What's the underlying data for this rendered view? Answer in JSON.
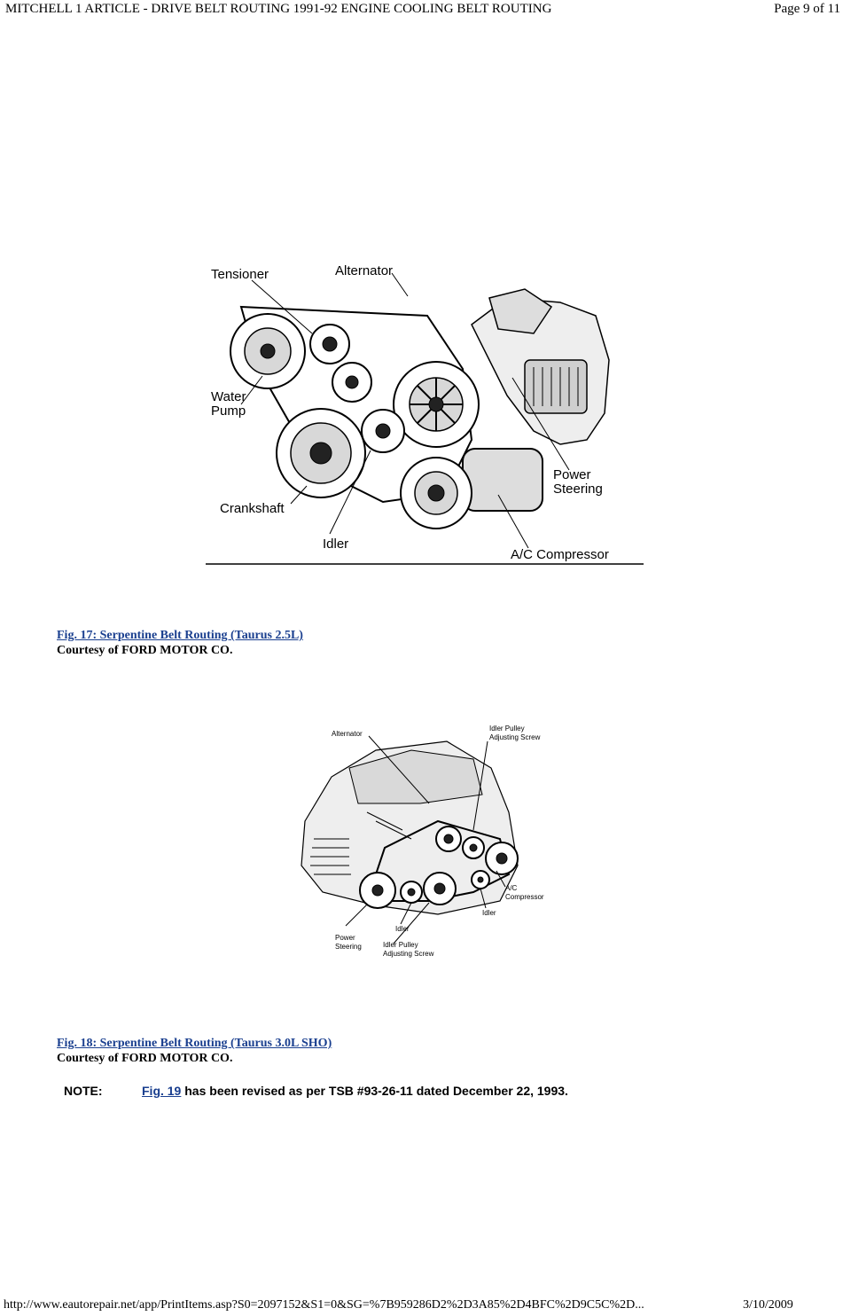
{
  "header": {
    "title": "MITCHELL 1 ARTICLE - DRIVE BELT ROUTING 1991-92 ENGINE COOLING BELT ROUTING",
    "page": "Page 9 of 11"
  },
  "figure17": {
    "labels": {
      "tensioner": "Tensioner",
      "alternator": "Alternator",
      "water": "Water",
      "pump": "Pump",
      "power": "Power",
      "steering": "Steering",
      "crankshaft": "Crankshaft",
      "idler": "Idler",
      "ac_compressor": "A/C Compressor"
    },
    "caption": "Fig. 17: Serpentine Belt Routing (Taurus 2.5L)",
    "courtesy": "Courtesy of FORD MOTOR CO."
  },
  "figure18": {
    "labels": {
      "alternator": "Alternator",
      "idler_pulley_1": "Idler Pulley",
      "adjusting_screw_1": "Adjusting Screw",
      "ac": "A/C",
      "compressor": "Compressor",
      "idler_right": "Idler",
      "idler_bottom": "Idler",
      "power": "Power",
      "steering": "Steering",
      "idler_pulley_2": "Idler Pulley",
      "adjusting_screw_2": "Adjusting Screw"
    },
    "caption": "Fig. 18: Serpentine Belt Routing (Taurus 3.0L SHO)",
    "courtesy": "Courtesy of FORD MOTOR CO."
  },
  "note": {
    "label": "NOTE:",
    "link": "Fig. 19",
    "text": " has been revised as per TSB #93-26-11 dated December 22, 1993."
  },
  "footer": {
    "url": "http://www.eautorepair.net/app/PrintItems.asp?S0=2097152&S1=0&SG=%7B959286D2%2D3A85%2D4BFC%2D9C5C%2D...",
    "date": "3/10/2009"
  }
}
